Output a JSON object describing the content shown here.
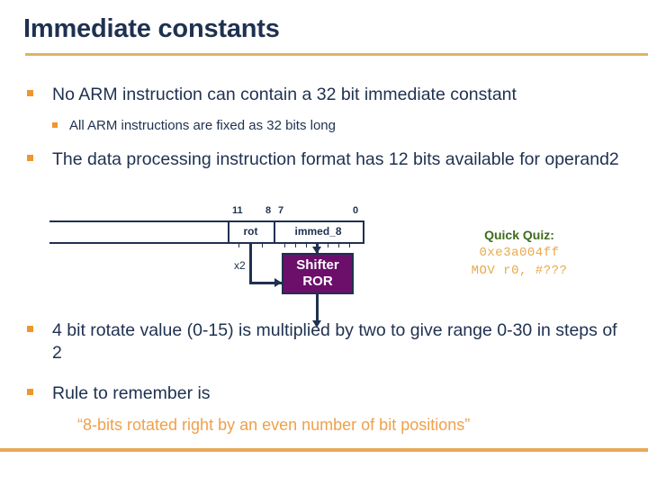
{
  "slide": {
    "title": "Immediate constants",
    "accent_gold": "#E0B264",
    "accent_orange": "#E9A857",
    "title_color": "#1F3150",
    "bullet_color": "#F0962D"
  },
  "bullets": [
    {
      "level": 1,
      "text": "No ARM instruction can contain a 32 bit immediate constant"
    },
    {
      "level": 2,
      "text": "All ARM instructions are fixed as 32 bits long"
    },
    {
      "level": 1,
      "text": "The data processing instruction format has 12 bits available for operand2"
    },
    {
      "level": 1,
      "text": "4 bit rotate value (0-15) is multiplied by two to give range 0-30 in steps of 2"
    },
    {
      "level": 1,
      "text": "Rule to remember is"
    }
  ],
  "rule_quote": "“8-bits rotated right by an even number of bit positions”",
  "diagram": {
    "bit_labels": [
      "11",
      "8",
      "7",
      "0"
    ],
    "fields": [
      {
        "name": "rot",
        "msb": "11",
        "lsb": "8"
      },
      {
        "name": "immed_8",
        "msb": "7",
        "lsb": "0"
      }
    ],
    "shifter": {
      "line1": "Shifter",
      "line2": "ROR",
      "fill": "#6B0F6B",
      "text_color": "#FFFFFF"
    },
    "multiplier_label": "x2"
  },
  "quiz": {
    "title": "Quick Quiz:",
    "constant": "0xe3a004ff",
    "instruction": "MOV r0, #???",
    "title_color": "#3F6B1E",
    "code_color": "#E8A94A"
  }
}
